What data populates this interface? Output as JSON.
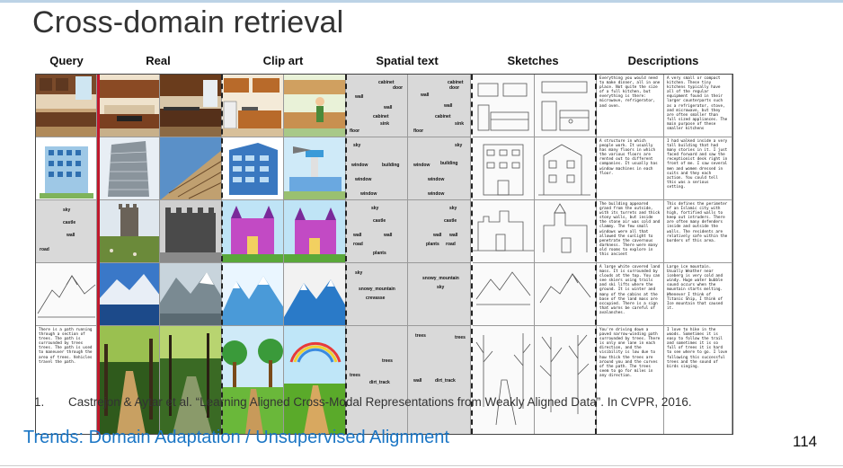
{
  "slide": {
    "title": "Cross-domain retrieval",
    "columns": [
      "Query",
      "Real",
      "Clip art",
      "Spatial text",
      "Sketches",
      "Descriptions"
    ],
    "citation_number": "1.",
    "citation": "Castrejon & Aytar et al. “Learning Aligned Cross-Modal Representations from Weakly Aligned Data”. In CVPR, 2016.",
    "footer": "Trends: Domain Adaptation / Unsupervised Alignment",
    "page_number": "114"
  },
  "query_text": "There is a path running through a section of trees. The path is surrounded by trees trees. The path is used to maneuver through the area of trees. Vehicles travel the path.",
  "spatial": [
    {
      "a": [
        "cabinet",
        "door",
        "wall",
        "wall",
        "cabinet",
        "sink",
        "floor"
      ],
      "b": [
        "cabinet",
        "door",
        "wall",
        "wall",
        "cabinet",
        "sink",
        "floor"
      ]
    },
    {
      "a": [
        "sky",
        "window",
        "building",
        "window",
        "window"
      ],
      "b": [
        "sky",
        "window",
        "building",
        "window",
        "window"
      ]
    },
    {
      "a": [
        "sky",
        "castle",
        "wall",
        "road"
      ],
      "b": [
        "sky",
        "castle",
        "wall",
        "wall",
        "road",
        "plants",
        "road",
        "plants"
      ]
    },
    {
      "a": [
        "sky",
        "snowy_mountain",
        "crevasse"
      ],
      "b": [
        "snowy_mountain",
        "sky"
      ]
    },
    {
      "a": [
        "trees",
        "trees",
        "dirt_track"
      ],
      "b": [
        "trees",
        "trees",
        "wall",
        "dirt_track"
      ]
    }
  ],
  "descriptions": [
    {
      "a": "Everything you would need to make dinner, all in one place. Not quite the size of a full kitchen, but everything is there: microwave, refrigerator, and oven.",
      "b": "A very small or compact kitchen. These tiny kitchens typically have all of the regular equipment found in their larger counterparts such as a refrigerator, stove, and microwave, but they are often smaller than full sized appliances. The main purpose of these smaller kitchens"
    },
    {
      "a": "A structure in which people work. It usually has many floors in which the various floors are rented out to different companies. It usually has window machines in each floor.",
      "b": "I had walked inside a very tall building that had many stories in it. I just faced forward and saw the receptionist desk right in front of me. I saw several men and women dressed in suits and they each action. You could tell this was a serious setting."
    },
    {
      "a": "The building appeared grand from the outside, with its turrets and thick stony walls, but inside the stone air was cold and clammy. The few small windows were all that allowed the sunlight to penetrate the cavernous darkness. There were many old rooms to explore in this ancient",
      "b": "This defines the perimeter of an Islamic city with high, fortified walls to keep out intruders. There are often many defenders inside and outside the walls. The residents are relatively safe within the borders of this area."
    },
    {
      "a": "A large white covered land mass. It is surrounded by clouds at the top. You can see skiers using trails and ski lifts where the ground. It is winter and many of the cabins at the base of the land mass are occupied. There is a sign that warns be careful of avalanches.",
      "b": "Large ice mountain. Usually Weather near iceberg is very cold and windy. Huge water bubble sound occurs when the mountain starts melting. Whenever I think of Titanic Ship, I think of Ice mountain that caused it."
    },
    {
      "a": "You're driving down a paved narrow-winding path surrounded by trees. There is only one lane in each direction, and the visibility is low due to how thick the trees are around you and the curves of the path. The trees seem to go for miles in any direction.",
      "b": "I love to hike in the woods. Sometimes it is easy to follow the trail and sometimes it is so full of trees it is hard to see where to go. I love following this successful trees and the sound of birds singing."
    }
  ],
  "colors": {
    "accent_red": "#c0182c",
    "footer_blue": "#1b76c5",
    "spatial_bg": "#d9d9d9"
  }
}
